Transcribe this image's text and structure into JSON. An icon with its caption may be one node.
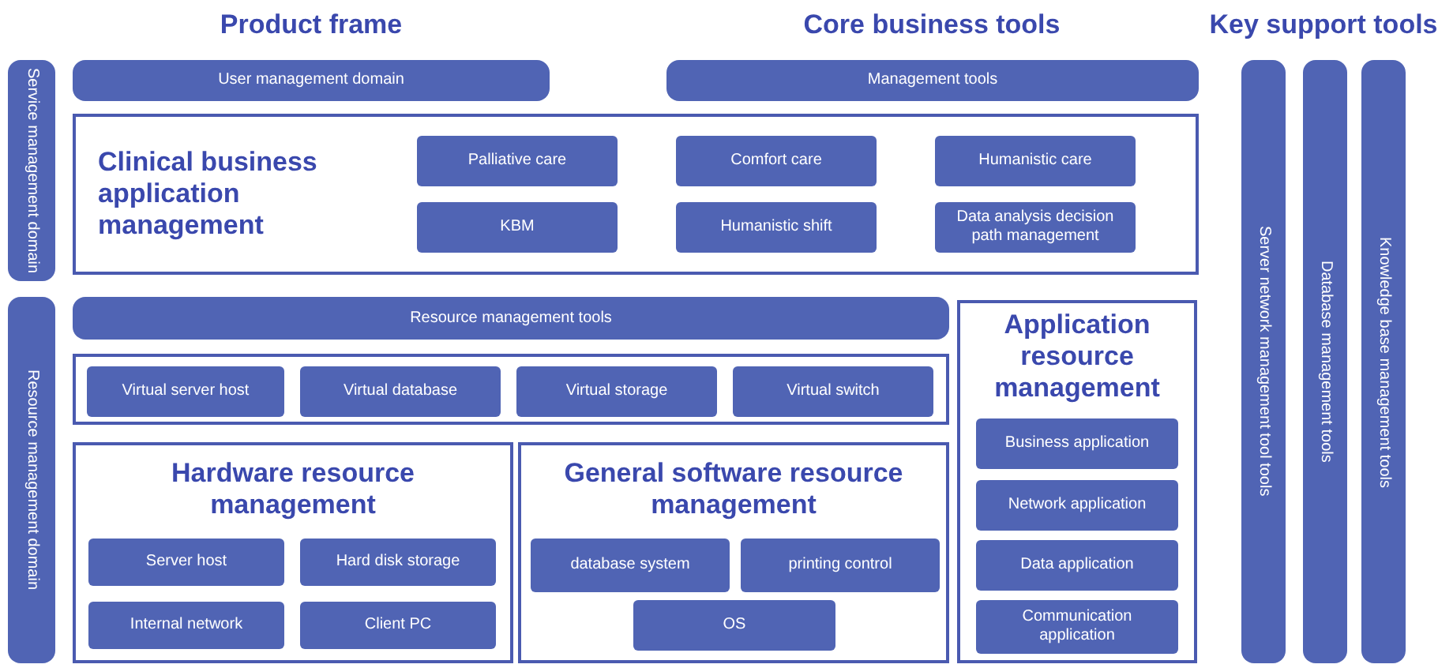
{
  "diagram": {
    "nodes": [
      {
        "text": [
          "Service management domain"
        ]
      },
      {
        "text": [
          "User management domain"
        ]
      },
      {
        "text": [
          "Management tools"
        ]
      },
      {
        "text": [
          "Clinical business application management"
        ]
      },
      {
        "text": [
          "Palliative care"
        ],
        "in": 3
      },
      {
        "text": [
          "Comfort care"
        ],
        "in": 3
      },
      {
        "text": [
          "Humanistic care"
        ],
        "in": 3
      },
      {
        "text": [
          "KBM"
        ],
        "in": 3
      },
      {
        "text": [
          "Humanistic shift"
        ],
        "in": 3
      },
      {
        "text": [
          "Data analysis decision path management"
        ],
        "in": 3
      },
      {
        "text": [
          "Resource management domain"
        ]
      },
      {
        "text": [
          "Resource management tools"
        ]
      },
      {
        "text": [],
        "shape": "box"
      },
      {
        "text": [
          "Virtual server host"
        ],
        "in": 12
      },
      {
        "text": [
          "Virtual database"
        ],
        "in": 12
      },
      {
        "text": [
          "Virtual storage"
        ],
        "in": 12
      },
      {
        "text": [
          "Virtual switch"
        ],
        "in": 12
      },
      {
        "text": [
          "Hardware resource management"
        ]
      },
      {
        "text": [
          "Server host"
        ],
        "in": 17
      },
      {
        "text": [
          "Hard disk storage"
        ],
        "in": 17
      },
      {
        "text": [
          "Internal network"
        ],
        "in": 17
      },
      {
        "text": [
          "Client PC"
        ],
        "in": 17
      },
      {
        "text": [
          "General software resource management"
        ]
      },
      {
        "text": [
          "database system"
        ],
        "in": 22
      },
      {
        "text": [
          "printing control"
        ],
        "in": 22
      },
      {
        "text": [
          "OS"
        ],
        "in": 22
      },
      {
        "text": [
          "Application resource management"
        ]
      },
      {
        "text": [
          "Business application"
        ],
        "in": 26
      },
      {
        "text": [
          "Network application"
        ],
        "in": 26
      },
      {
        "text": [
          "Data application"
        ],
        "in": 26
      },
      {
        "text": [
          "Communication application"
        ],
        "in": 26
      },
      {
        "text": [
          "Server network management tool tools"
        ]
      },
      {
        "text": [
          "Database management tools"
        ]
      },
      {
        "text": [
          "Knowledge base management tools"
        ]
      }
    ],
    "edges": [],
    "labels": [
      "Product frame",
      "Core business tools",
      "Key support tools"
    ]
  }
}
